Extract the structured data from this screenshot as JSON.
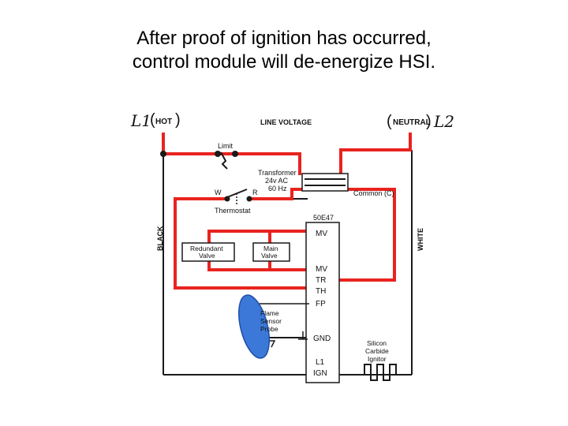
{
  "title": {
    "line1": "After proof of ignition has occurred,",
    "line2": "control module will de-energize HSI."
  },
  "diagram": {
    "l1": "L1",
    "hot": "HOT",
    "line_voltage": "LINE VOLTAGE",
    "neutral": "NEUTRAL",
    "l2": "L2",
    "limit": "Limit",
    "transformer": [
      "Transformer",
      "24v AC",
      "60 Hz"
    ],
    "w": "W",
    "r": "R",
    "thermostat": "Thermostat",
    "common": "Common (C)",
    "module_id": "50E47",
    "black": "BLACK",
    "white": "WHITE",
    "redundant_valve": [
      "Redundant",
      "Valve"
    ],
    "main_valve": [
      "Main",
      "Valve"
    ],
    "terminals": [
      "MV",
      "MV",
      "TR",
      "TH",
      "FP",
      "GND",
      "L1",
      "IGN"
    ],
    "flame_sensor": [
      "Flame",
      "Sensor",
      "Probe"
    ],
    "ignitor": [
      "Silicon",
      "Carbide",
      "Ignitor"
    ]
  },
  "colors": {
    "energized_wire": "#e8231f",
    "deenergized_highlight": "#3b78d8",
    "wire": "#1a1a1a"
  }
}
